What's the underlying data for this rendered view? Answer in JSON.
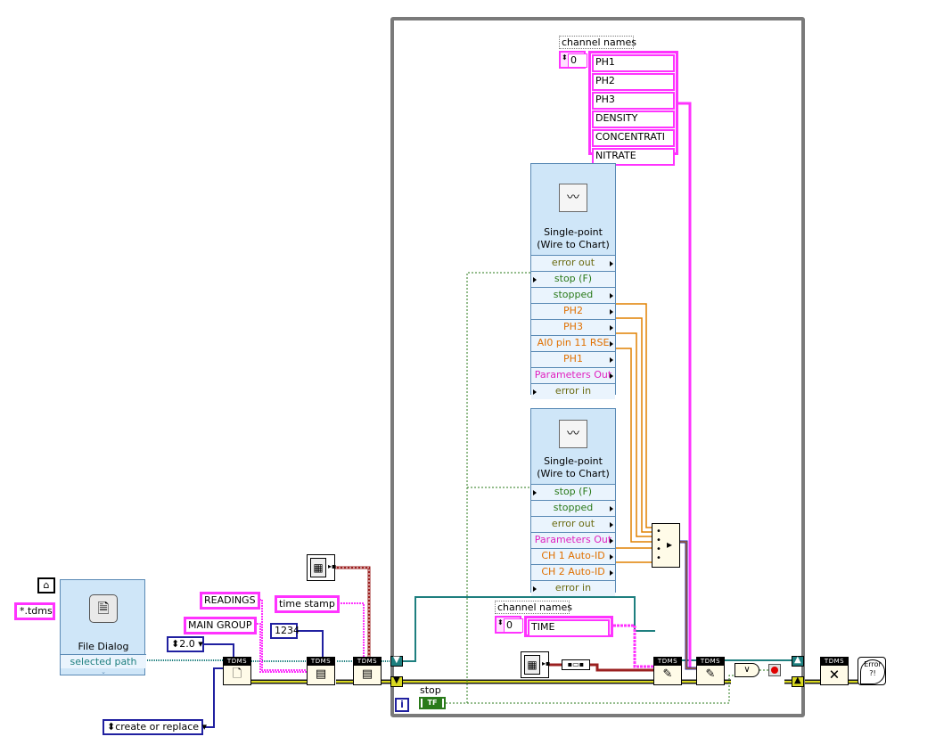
{
  "file_dialog": {
    "title": "File Dialog",
    "output_label": "selected path",
    "pattern": "*.tdms"
  },
  "constants": {
    "readings": "READINGS",
    "main_group": "MAIN GROUP",
    "time_stamp": "time stamp",
    "version": "2.0",
    "number": "1234",
    "operation": "create or replace"
  },
  "tdms": {
    "label": "TDMS"
  },
  "channel_names_top": {
    "label": "channel names",
    "index": "0",
    "items": [
      "PH1",
      "PH2",
      "PH3",
      "DENSITY",
      "CONCENTRATI",
      "NITRATE"
    ]
  },
  "channel_names_bottom": {
    "label": "channel names",
    "index": "0",
    "items": [
      "TIME"
    ]
  },
  "express_vi_1": {
    "title_line1": "Single-point",
    "title_line2": "(Wire to Chart)",
    "terminals": [
      {
        "label": "error out",
        "color": "olive",
        "dir": "out"
      },
      {
        "label": "stop (F)",
        "color": "green",
        "dir": "in"
      },
      {
        "label": "stopped",
        "color": "green",
        "dir": "out"
      },
      {
        "label": "PH2",
        "color": "orange",
        "dir": "out"
      },
      {
        "label": "PH3",
        "color": "orange",
        "dir": "out"
      },
      {
        "label": "AI0 pin 11 RSE",
        "color": "orange",
        "dir": "out"
      },
      {
        "label": "PH1",
        "color": "orange",
        "dir": "out"
      },
      {
        "label": "Parameters Out",
        "color": "pink",
        "dir": "out"
      },
      {
        "label": "error in",
        "color": "olive",
        "dir": "in"
      }
    ]
  },
  "express_vi_2": {
    "title_line1": "Single-point",
    "title_line2": "(Wire to Chart)",
    "terminals": [
      {
        "label": "stop (F)",
        "color": "green",
        "dir": "in"
      },
      {
        "label": "stopped",
        "color": "green",
        "dir": "out"
      },
      {
        "label": "error out",
        "color": "olive",
        "dir": "out"
      },
      {
        "label": "Parameters Out",
        "color": "pink",
        "dir": "out"
      },
      {
        "label": "CH 1 Auto-ID",
        "color": "orange",
        "dir": "out"
      },
      {
        "label": "CH 2 Auto-ID",
        "color": "orange",
        "dir": "out"
      },
      {
        "label": "error in",
        "color": "olive",
        "dir": "in"
      }
    ]
  },
  "loop": {
    "stop_label": "stop",
    "stop_terminal": "TF",
    "iteration": "i"
  },
  "error_handler": {
    "text": "Error\n?!"
  }
}
